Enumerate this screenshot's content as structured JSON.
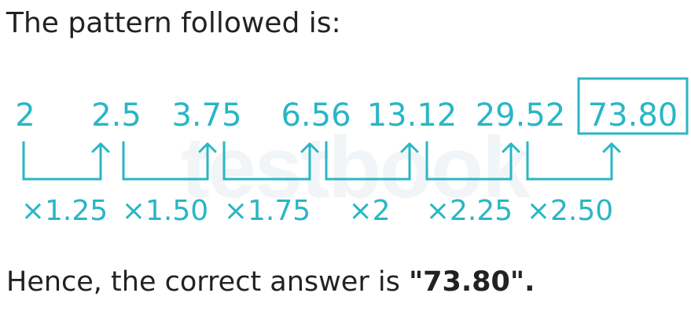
{
  "intro_text": "The pattern followed is:",
  "sequence": {
    "terms": [
      "2",
      "2.5",
      "3.75",
      "6.56",
      "13.12",
      "29.52",
      "73.80"
    ],
    "multipliers": [
      "×1.25",
      "×1.50",
      "×1.75",
      "×2",
      "×2.25",
      "×2.50"
    ],
    "highlighted_term": "73.80",
    "accent_color": "#29b6c6"
  },
  "watermark": "testbook",
  "answer": {
    "prefix": "Hence, the correct answer is ",
    "value": "\"73.80\"."
  }
}
